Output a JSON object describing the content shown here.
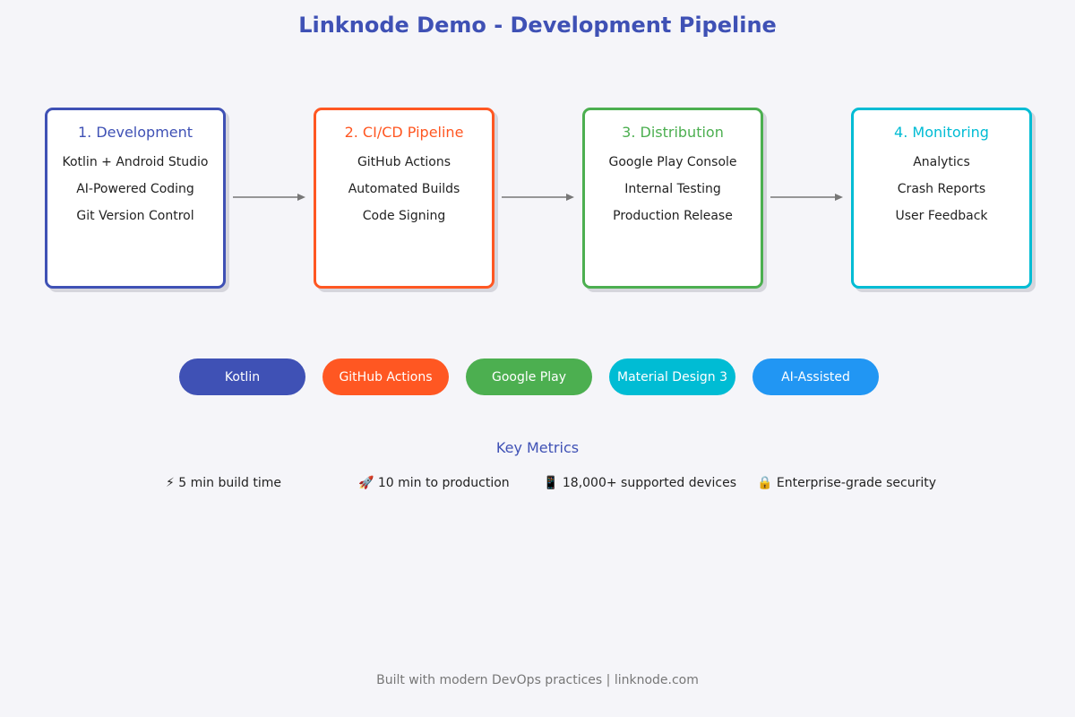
{
  "title": "Linknode Demo - Development Pipeline",
  "stages": [
    {
      "title": "1. Development",
      "color": "#3f51b5",
      "items": [
        "Kotlin + Android Studio",
        "AI-Powered Coding",
        "Git Version Control"
      ]
    },
    {
      "title": "2. CI/CD Pipeline",
      "color": "#ff5722",
      "items": [
        "GitHub Actions",
        "Automated Builds",
        "Code Signing"
      ]
    },
    {
      "title": "3. Distribution",
      "color": "#4caf50",
      "items": [
        "Google Play Console",
        "Internal Testing",
        "Production Release"
      ]
    },
    {
      "title": "4. Monitoring",
      "color": "#00bcd4",
      "items": [
        "Analytics",
        "Crash Reports",
        "User Feedback"
      ]
    }
  ],
  "tech_pills": [
    {
      "label": "Kotlin",
      "color": "#3f51b5"
    },
    {
      "label": "GitHub Actions",
      "color": "#ff5722"
    },
    {
      "label": "Google Play",
      "color": "#4caf50"
    },
    {
      "label": "Material Design 3",
      "color": "#00bcd4"
    },
    {
      "label": "AI-Assisted",
      "color": "#2196f3"
    }
  ],
  "metrics_title": "Key Metrics",
  "metrics": [
    "⚡ 5 min build time",
    "🚀 10 min to production",
    "📱 18,000+ supported devices",
    "🔒 Enterprise-grade security"
  ],
  "footer": "Built with modern DevOps practices | linknode.com"
}
